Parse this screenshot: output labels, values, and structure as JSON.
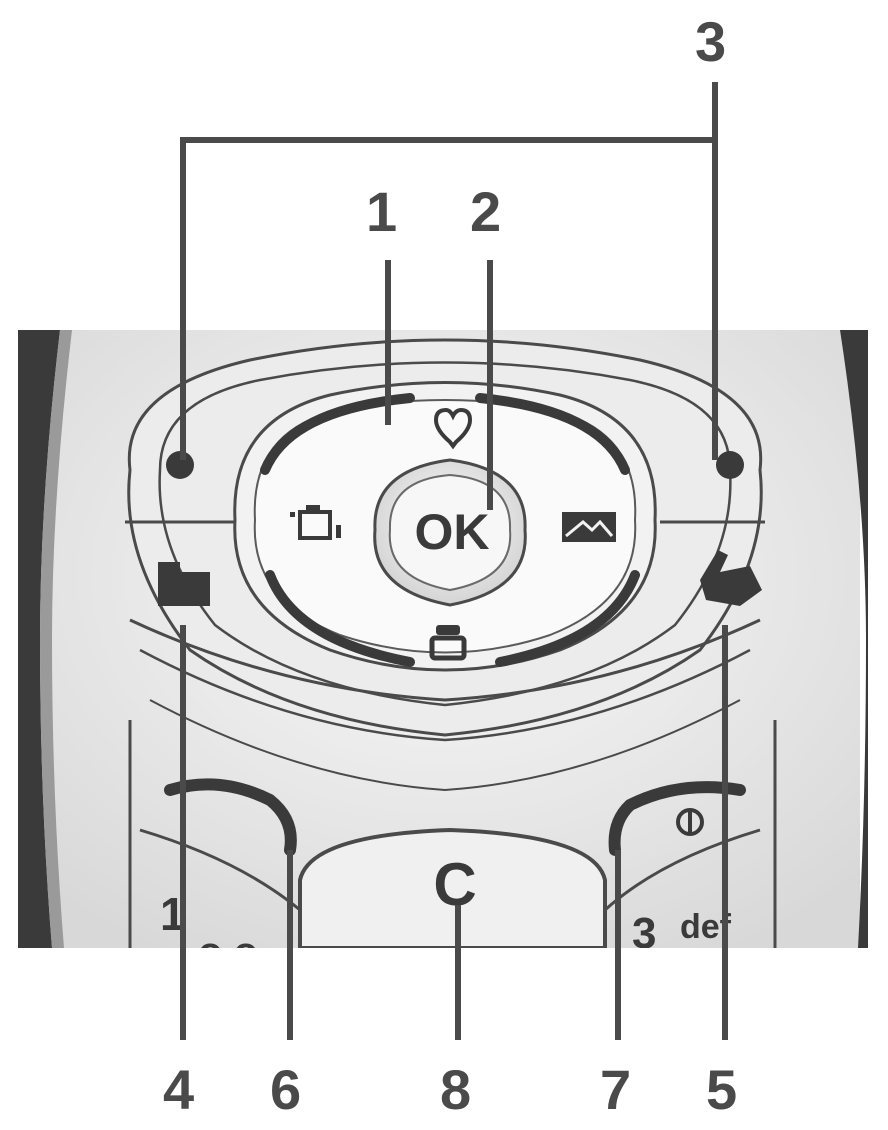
{
  "callouts": {
    "n1": "1",
    "n2": "2",
    "n3": "3",
    "n4": "4",
    "n5": "5",
    "n6": "6",
    "n7": "7",
    "n8": "8"
  },
  "keys": {
    "ok": "OK",
    "clear": "C",
    "key1_digit": "1",
    "key1_letters": "o o",
    "key3_digit": "3",
    "key3_letters": "def"
  },
  "icons": {
    "up": "heart-icon",
    "left": "camera-icon",
    "right": "envelope-icon",
    "down": "phone-icon",
    "left_soft_sub": "folder-icon",
    "right_soft_sub": "hand-icon",
    "end": "power-icon"
  },
  "colors": {
    "line": "#4a4a4a",
    "body": "#e8e8e8",
    "edge": "#3a3a3a"
  }
}
